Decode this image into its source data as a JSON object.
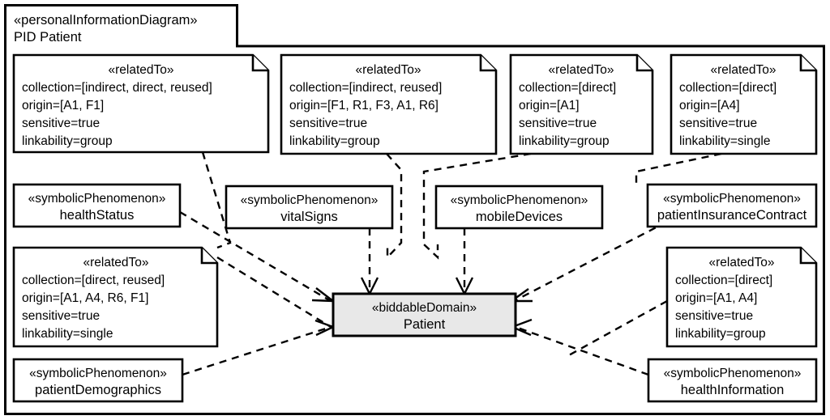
{
  "frame": {
    "stereotype": "«personalInformationDiagram»",
    "name": "PID Patient"
  },
  "central_element": {
    "stereotype": "«biddableDomain»",
    "name": "Patient",
    "fill_color": "#e8e8e8"
  },
  "phenomena": [
    {
      "id": "healthStatus",
      "stereotype": "«symbolicPhenomenon»",
      "name": "healthStatus"
    },
    {
      "id": "vitalSigns",
      "stereotype": "«symbolicPhenomenon»",
      "name": "vitalSigns"
    },
    {
      "id": "mobileDevices",
      "stereotype": "«symbolicPhenomenon»",
      "name": "mobileDevices"
    },
    {
      "id": "patientInsuranceContract",
      "stereotype": "«symbolicPhenomenon»",
      "name": "patientInsuranceContract"
    },
    {
      "id": "patientDemographics",
      "stereotype": "«symbolicPhenomenon»",
      "name": "patientDemographics"
    },
    {
      "id": "healthInformation",
      "stereotype": "«symbolicPhenomenon»",
      "name": "healthInformation"
    }
  ],
  "notes": [
    {
      "id": "note-healthStatus",
      "stereotype": "«relatedTo»",
      "collection": "collection=[indirect, direct, reused]",
      "origin": "origin=[A1, F1]",
      "sensitive": "sensitive=true",
      "linkability": "linkability=group"
    },
    {
      "id": "note-vitalSigns",
      "stereotype": "«relatedTo»",
      "collection": "collection=[indirect, reused]",
      "origin": "origin=[F1, R1, F3, A1, R6]",
      "sensitive": "sensitive=true",
      "linkability": "linkability=group"
    },
    {
      "id": "note-mobileDevices",
      "stereotype": "«relatedTo»",
      "collection": "collection=[direct]",
      "origin": "origin=[A1]",
      "sensitive": "sensitive=true",
      "linkability": "linkability=group"
    },
    {
      "id": "note-patientInsuranceContract",
      "stereotype": "«relatedTo»",
      "collection": "collection=[direct]",
      "origin": "origin=[A4]",
      "sensitive": "sensitive=true",
      "linkability": "linkability=single"
    },
    {
      "id": "note-patientDemographics",
      "stereotype": "«relatedTo»",
      "collection": "collection=[direct, reused]",
      "origin": "origin=[A1, A4, R6, F1]",
      "sensitive": "sensitive=true",
      "linkability": "linkability=single"
    },
    {
      "id": "note-healthInformation",
      "stereotype": "«relatedTo»",
      "collection": "collection=[direct]",
      "origin": "origin=[A1, A4]",
      "sensitive": "sensitive=true",
      "linkability": "linkability=group"
    }
  ],
  "colors": {
    "stroke": "#000000",
    "background": "#ffffff",
    "central_fill": "#e8e8e8"
  }
}
